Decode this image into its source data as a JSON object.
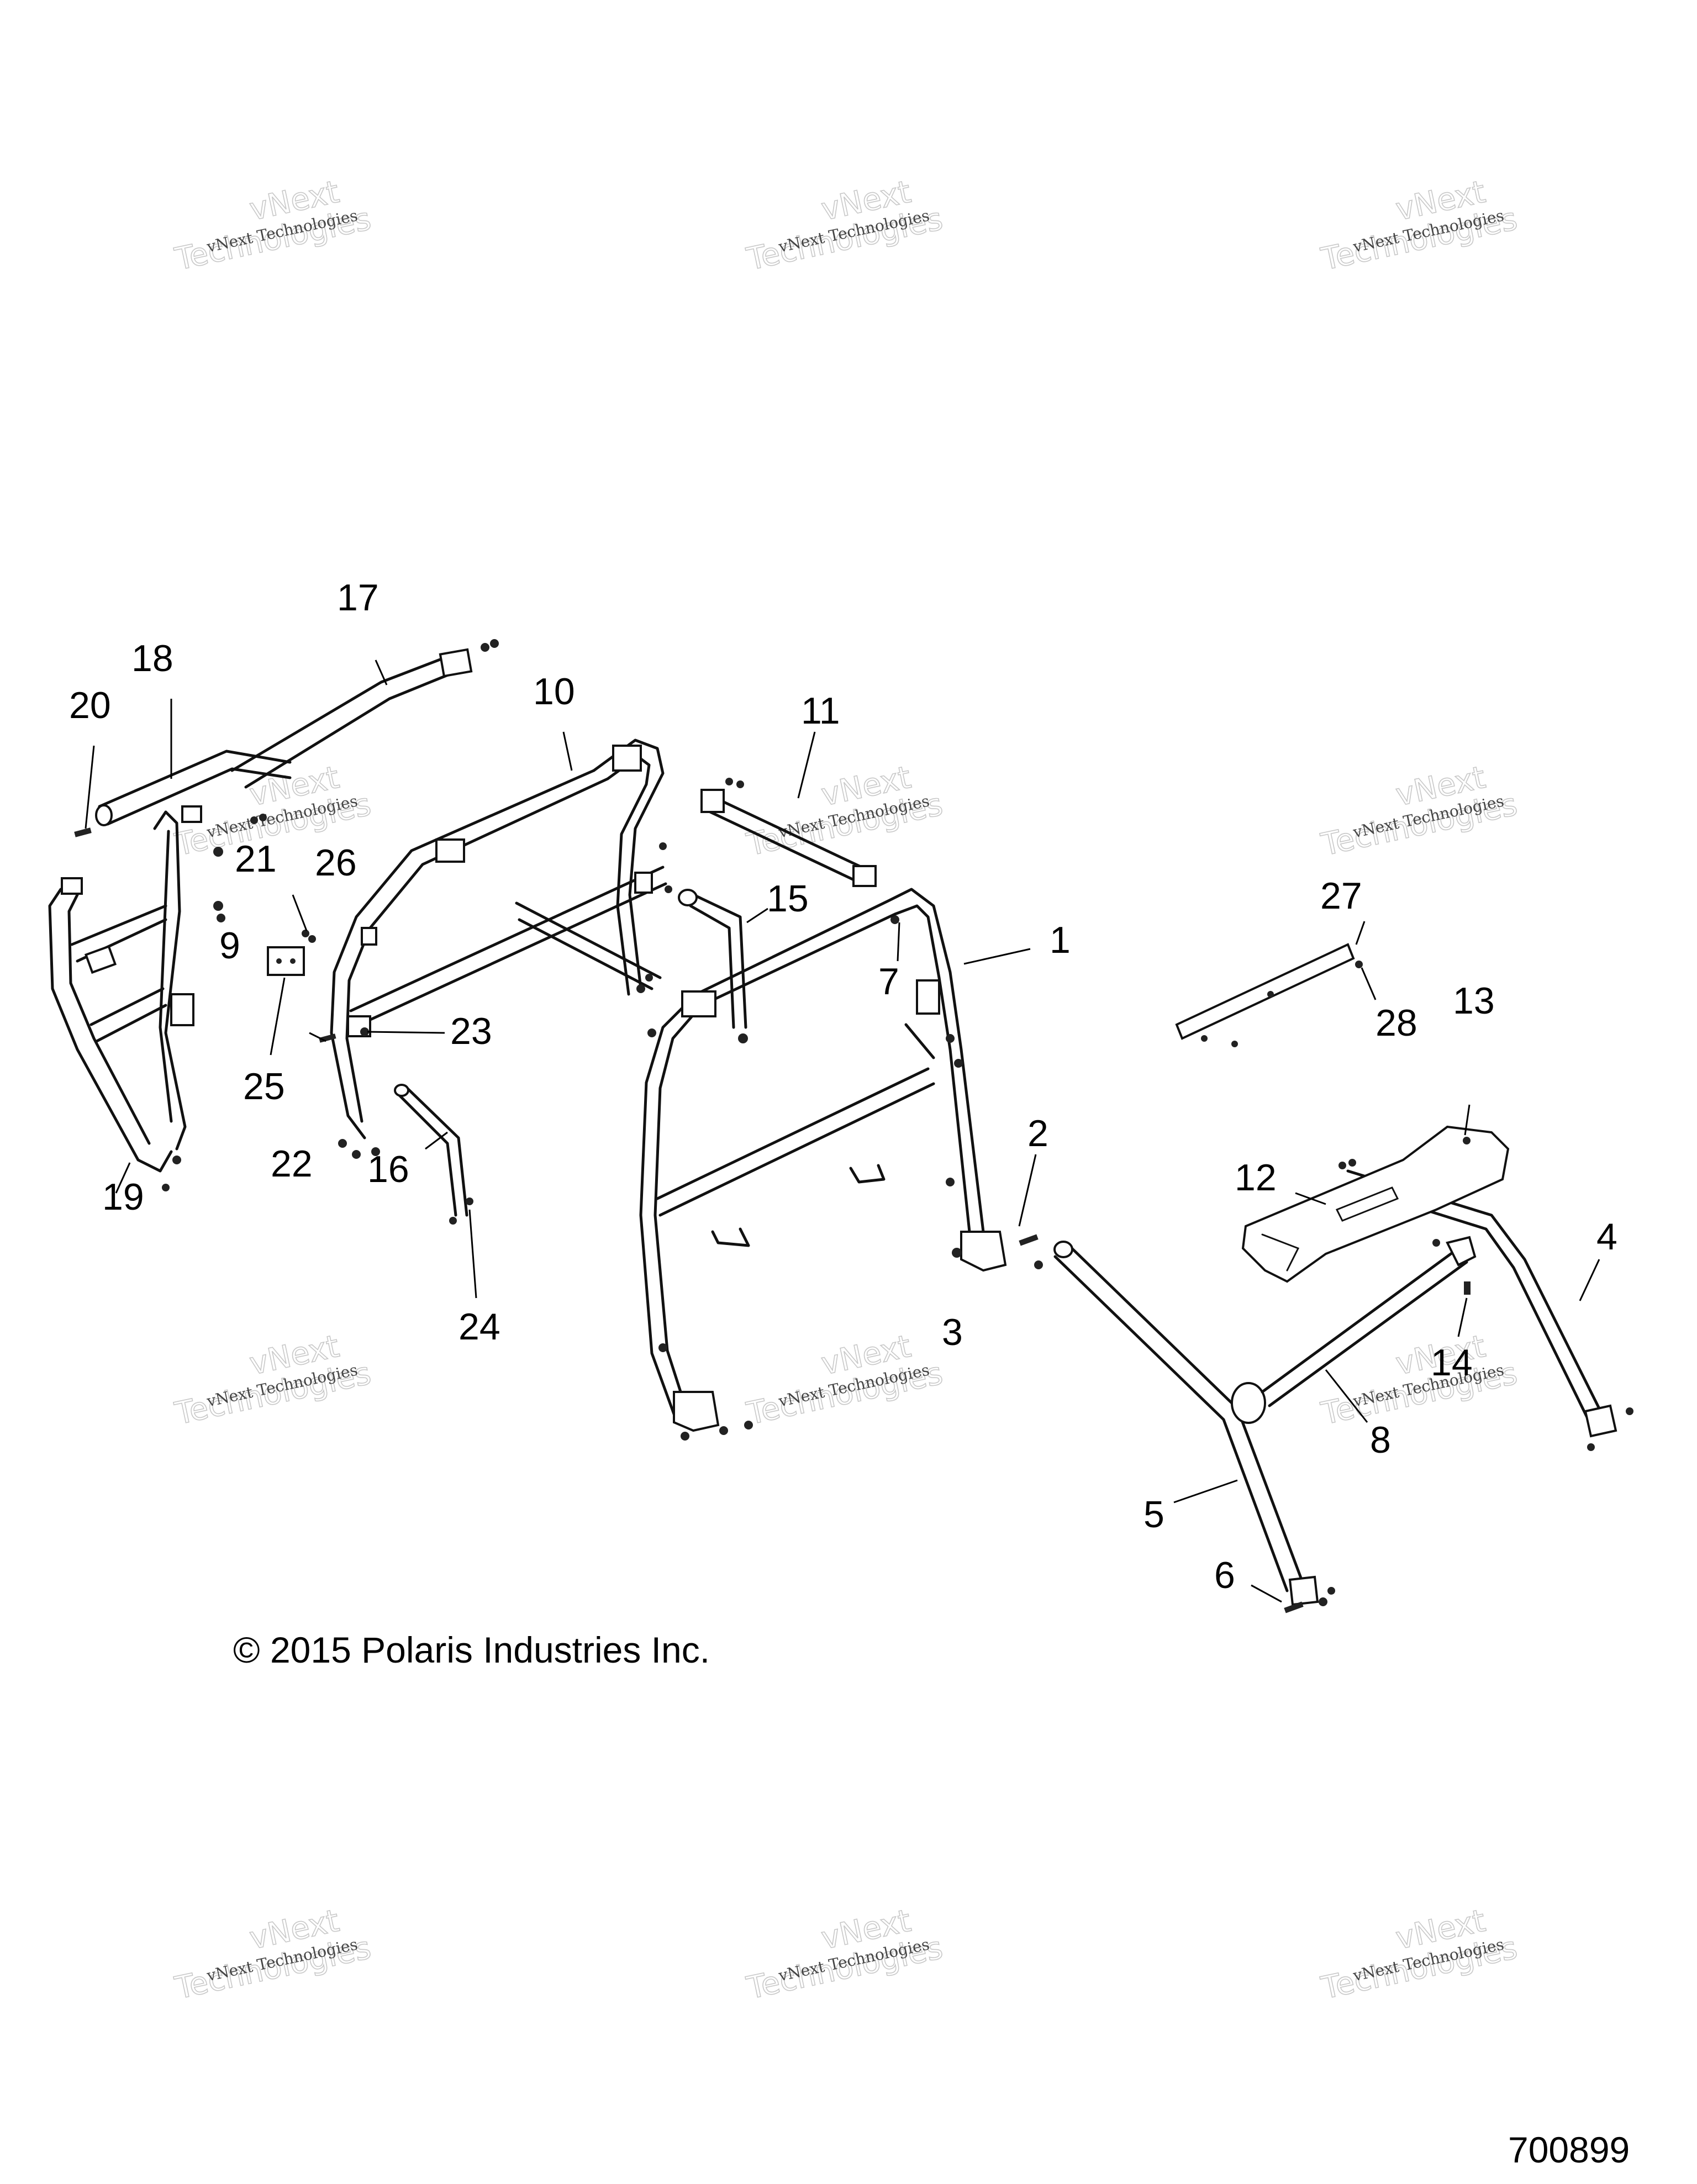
{
  "callouts": {
    "c1": "1",
    "c2": "2",
    "c3": "3",
    "c4": "4",
    "c5": "5",
    "c6": "6",
    "c7": "7",
    "c8": "8",
    "c9": "9",
    "c10": "10",
    "c11": "11",
    "c12": "12",
    "c13": "13",
    "c14": "14",
    "c15": "15",
    "c16": "16",
    "c17": "17",
    "c18": "18",
    "c19": "19",
    "c20": "20",
    "c21": "21",
    "c22": "22",
    "c23": "23",
    "c24": "24",
    "c25": "25",
    "c26": "26",
    "c27": "27",
    "c28": "28"
  },
  "copyright": "© 2015 Polaris Industries Inc.",
  "drawing_number": "700899",
  "watermark": {
    "line1": "vNext Technologies",
    "line2a": "vNext",
    "line2b": "Technologies"
  }
}
